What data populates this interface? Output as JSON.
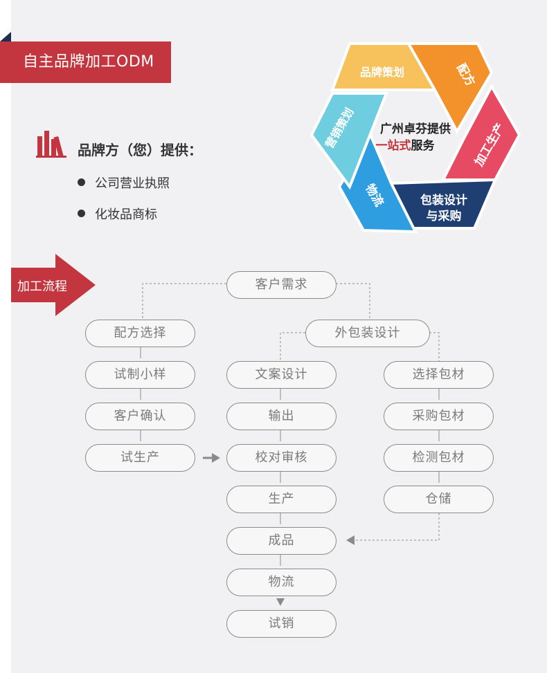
{
  "header": {
    "title": "自主品牌加工ODM"
  },
  "provider": {
    "title": "品牌方（您）提供：",
    "items": [
      "公司营业执照",
      "化妆品商标"
    ]
  },
  "service_wheel": {
    "segments": [
      "品牌策划",
      "配方",
      "加工生产",
      "包装设计与采购",
      "物流",
      "营销策划"
    ],
    "packaging_lines": [
      "包装设计",
      "与采购"
    ],
    "center_line1": "广州卓芬提供",
    "center_highlight": "一站式",
    "center_suffix": "服务",
    "colors": {
      "brand": "#f7c15c",
      "formula": "#f3922b",
      "production": "#e64b63",
      "packaging": "#1f3f73",
      "logistics": "#2f9ee0",
      "marketing": "#6fcde0",
      "highlight": "#c3363f"
    }
  },
  "flow": {
    "label": "加工流程",
    "root": "客户需求",
    "formula_branch": [
      "配方选择",
      "试制小样",
      "客户确认",
      "试生产"
    ],
    "packaging_root": "外包装设计",
    "design_branch": [
      "文案设计",
      "输出",
      "校对审核",
      "生产",
      "成品",
      "物流",
      "试销"
    ],
    "material_branch": [
      "选择包材",
      "采购包材",
      "检测包材",
      "仓储"
    ]
  }
}
